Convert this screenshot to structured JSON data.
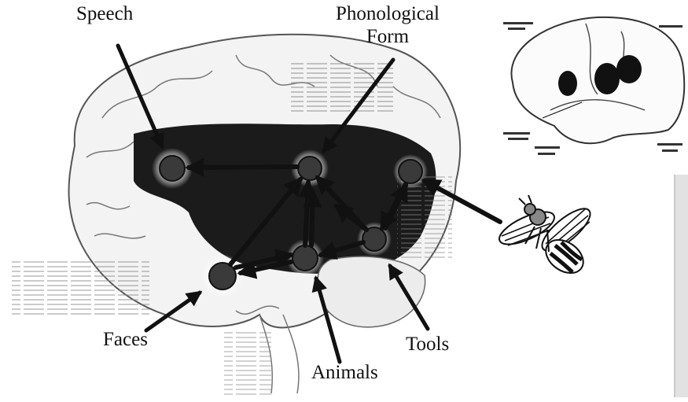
{
  "labels": {
    "speech": "Speech",
    "phonological_line1": "Phonological",
    "phonological_line2": "Form",
    "faces": "Faces",
    "tools": "Tools",
    "animals": "Animals"
  },
  "nodes": [
    {
      "id": "speech",
      "color": "#3a3a3a"
    },
    {
      "id": "phonological-form",
      "color": "#3a3a3a"
    },
    {
      "id": "insect-area",
      "color": "#3a3a3a"
    },
    {
      "id": "tools",
      "color": "#3a3a3a"
    },
    {
      "id": "animals",
      "color": "#3a3a3a"
    },
    {
      "id": "faces",
      "color": "#3a3a3a"
    }
  ],
  "colors": {
    "node_fill": "#3a3a3a",
    "arrow": "#111111",
    "brain_dark_region": "#1b1b1b",
    "panel": "#e2e2e2"
  }
}
